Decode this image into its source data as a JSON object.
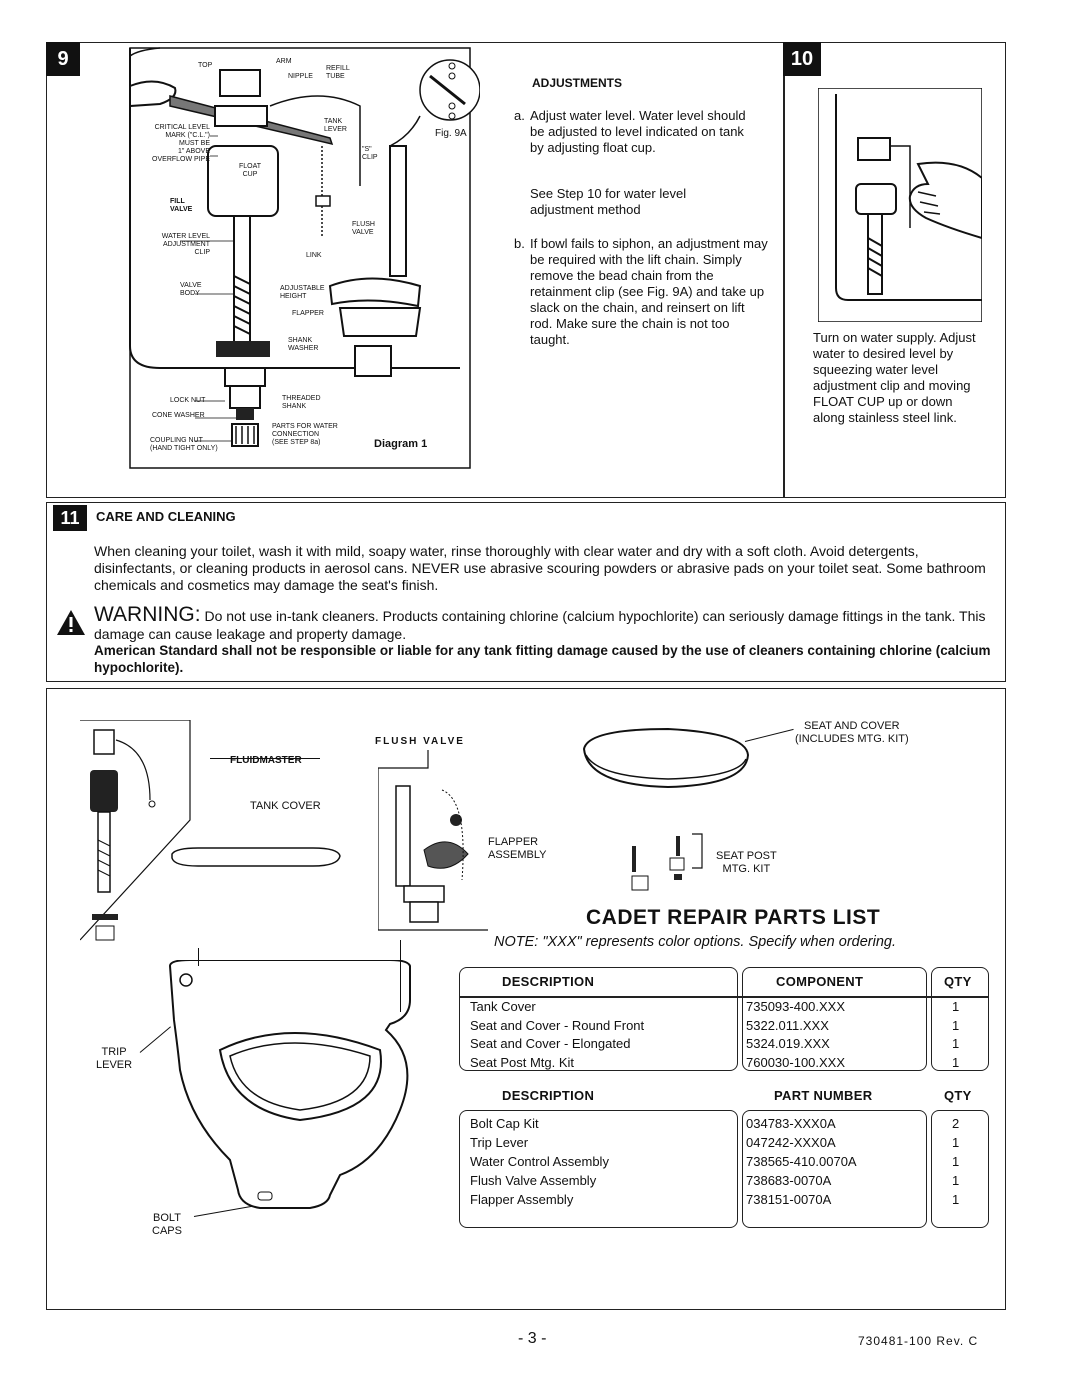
{
  "step9": {
    "number": "9",
    "adjustments_title": "ADJUSTMENTS",
    "item_a_prefix": "a.",
    "item_a": "Adjust water level. Water level should be adjusted to level indicated on tank by adjusting float cup.",
    "item_a_note": "See Step 10 for water level adjustment method",
    "item_b_prefix": "b.",
    "item_b": "If bowl fails to siphon, an adjustment may be required with the lift chain. Simply remove the bead chain from the retainment clip (see Fig. 9A) and take up slack on the chain, and reinsert on lift rod. Make sure the chain is not too taught.",
    "fig_label": "Fig. 9A",
    "diagram_label": "Diagram 1",
    "labels": {
      "top": "TOP",
      "arm": "ARM",
      "nipple": "NIPPLE",
      "refill_tube": "REFILL\nTUBE",
      "critical_level": "CRITICAL LEVEL\nMARK (\"C.L.\")\nMUST BE\n1\" ABOVE\nOVERFLOW PIPE",
      "tank_lever": "TANK\nLEVER",
      "s_clip": "\"S\"\nCLIP",
      "float_cup": "FLOAT\nCUP",
      "fill_valve": "FILL\nVALVE",
      "flush_valve": "FLUSH\nVALVE",
      "water_level_clip": "WATER LEVEL\nADJUSTMENT\nCLIP",
      "link": "LINK",
      "valve_body": "VALVE\nBODY",
      "adjustable_height": "ADJUSTABLE\nHEIGHT",
      "flapper": "FLAPPER",
      "shank_washer": "SHANK\nWASHER",
      "lock_nut": "LOCK NUT",
      "threaded_shank": "THREADED\nSHANK",
      "cone_washer": "CONE WASHER",
      "parts_for_water": "PARTS FOR WATER\nCONNECTION\n(SEE STEP 8a)",
      "coupling_nut": "COUPLING NUT\n(HAND TIGHT ONLY)"
    }
  },
  "step10": {
    "number": "10",
    "text": "Turn on water supply. Adjust water to desired level by squeezing water level adjustment clip and moving FLOAT CUP up or down along stainless steel link."
  },
  "step11": {
    "number": "11",
    "title": "CARE AND CLEANING",
    "paragraph": "When cleaning your toilet, wash it with mild, soapy water, rinse thoroughly with clear water and dry with a soft cloth.  Avoid detergents, disinfectants, or cleaning products in aerosol cans.  NEVER use abrasive scouring powders or abrasive pads on your toilet seat.  Some bathroom chemicals and cosmetics may damage the seat's finish.",
    "warning_word": "WARNING:",
    "warning_text": "Do not use in-tank cleaners. Products containing chlorine (calcium hypochlorite) can seriously damage fittings in the tank. This damage can cause leakage and property damage.",
    "disclaimer": "American Standard shall not be responsible or liable for any tank fitting damage caused by the use of cleaners containing chlorine (calcium hypochlorite)."
  },
  "parts": {
    "callouts": {
      "seat_cover": "SEAT AND COVER\n(INCLUDES MTG. KIT)",
      "flush_valve": "FLUSH VALVE",
      "fluidmaster": "FLUIDMASTER",
      "tank_cover": "TANK COVER",
      "flapper_assembly": "FLAPPER\nASSEMBLY",
      "seat_post": "SEAT POST\nMTG. KIT",
      "trip_lever": "TRIP\nLEVER",
      "bolt_caps": "BOLT\nCAPS"
    },
    "title": "CADET REPAIR PARTS LIST",
    "note": "NOTE: \"XXX\" represents color options. Specify when ordering.",
    "table1": {
      "headers": [
        "DESCRIPTION",
        "COMPONENT",
        "QTY"
      ],
      "rows": [
        [
          "Tank Cover",
          "735093-400.XXX",
          "1"
        ],
        [
          "Seat and Cover - Round Front",
          "5322.011.XXX",
          "1"
        ],
        [
          "Seat and Cover - Elongated",
          "5324.019.XXX",
          "1"
        ],
        [
          "Seat Post Mtg. Kit",
          "760030-100.XXX",
          "1"
        ]
      ]
    },
    "table2": {
      "headers": [
        "DESCRIPTION",
        "PART NUMBER",
        "QTY"
      ],
      "rows": [
        [
          "Bolt Cap Kit",
          "034783-XXX0A",
          "2"
        ],
        [
          "Trip Lever",
          "047242-XXX0A",
          "1"
        ],
        [
          "Water Control Assembly",
          "738565-410.0070A",
          "1"
        ],
        [
          "Flush Valve Assembly",
          "738683-0070A",
          "1"
        ],
        [
          "Flapper Assembly",
          "738151-0070A",
          "1"
        ]
      ]
    }
  },
  "footer": {
    "page": "- 3 -",
    "doc_number": "730481-100 Rev. C"
  }
}
